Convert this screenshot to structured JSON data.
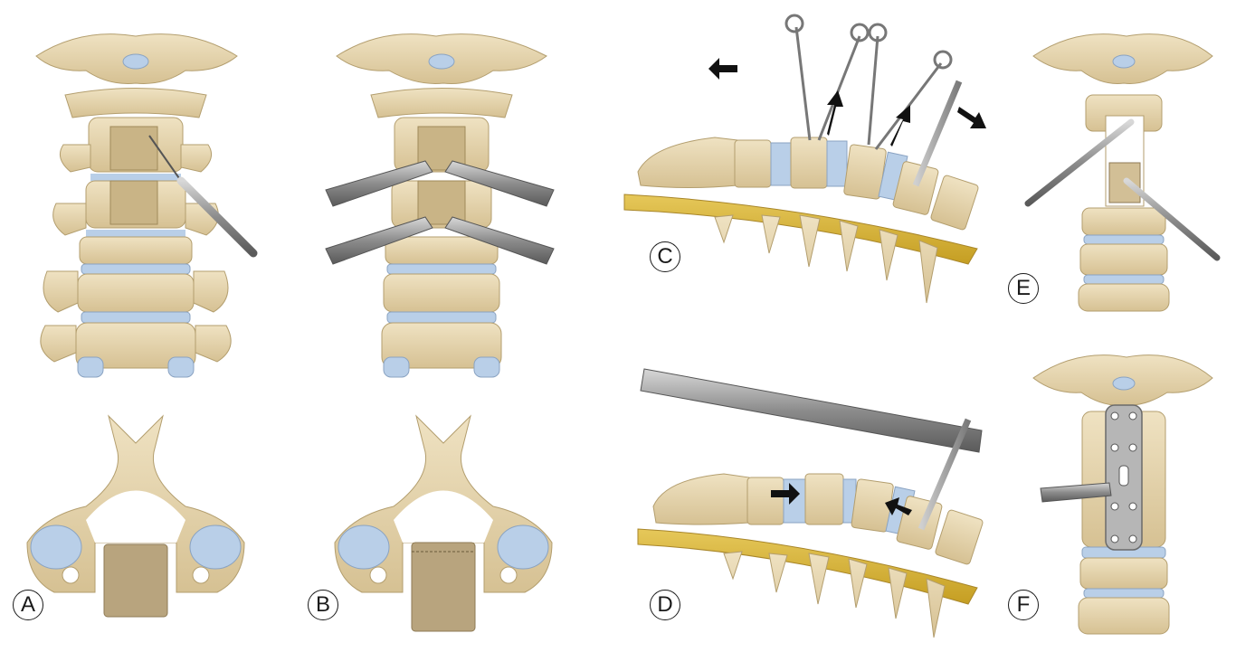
{
  "panels": [
    {
      "id": "A",
      "label": "A"
    },
    {
      "id": "B",
      "label": "B"
    },
    {
      "id": "C",
      "label": "C"
    },
    {
      "id": "D",
      "label": "D"
    },
    {
      "id": "E",
      "label": "E"
    },
    {
      "id": "F",
      "label": "F"
    }
  ],
  "colors": {
    "bone": "#e7d6b0",
    "bone_shade": "#c9b486",
    "disc": "#b9cfe8",
    "cord": "#d9b640",
    "instrument": "#9a9a9a",
    "arrow": "#111111",
    "plate": "#b6b6b6"
  }
}
